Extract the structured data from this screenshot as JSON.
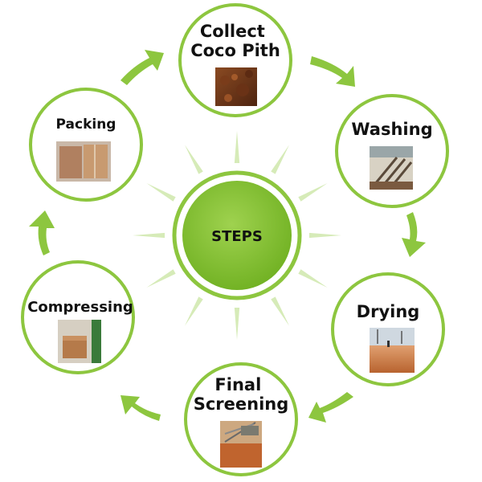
{
  "center": {
    "label": "STEPS"
  },
  "steps": [
    {
      "id": "collect",
      "lines": [
        "Collect",
        "Coco Pith"
      ],
      "photo": "coco-pith-photo"
    },
    {
      "id": "washing",
      "lines": [
        "Washing"
      ],
      "photo": "washing-photo"
    },
    {
      "id": "drying",
      "lines": [
        "Drying"
      ],
      "photo": "drying-photo"
    },
    {
      "id": "final-screening",
      "lines": [
        "Final",
        "Screening"
      ],
      "photo": "screening-photo"
    },
    {
      "id": "compressing",
      "lines": [
        "Compressing"
      ],
      "photo": "compressing-photo"
    },
    {
      "id": "packing",
      "lines": [
        "Packing"
      ],
      "photo": "packing-photo"
    }
  ],
  "colors": {
    "ring": "#8dc63f",
    "center_fill": "#7fbf2a",
    "center_fill_light": "#a8d85a",
    "arrow": "#8dc63f",
    "ray": "#d6ebb8"
  }
}
